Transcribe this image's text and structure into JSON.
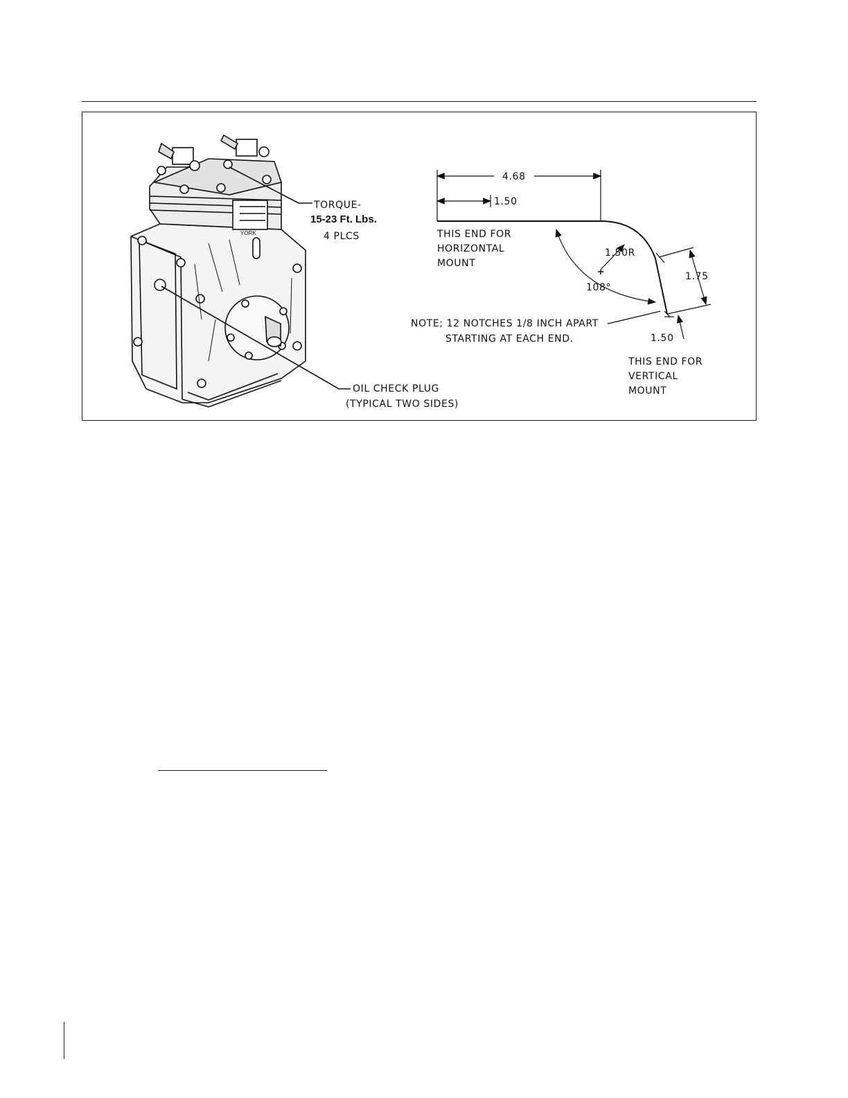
{
  "figure": {
    "compressor_callouts": {
      "torque_line1": "TORQUE-",
      "torque_line2": "15-23 Ft. Lbs.",
      "torque_line3": "4 PLCS",
      "oil_line1": "OIL CHECK PLUG",
      "oil_line2": "(TYPICAL TWO SIDES)",
      "nameplate_brand": "YORK"
    },
    "bracket_drawing": {
      "dim_overall": "4.68",
      "dim_horizontal_end": "1.50",
      "radius": "1.50R",
      "angle": "108°",
      "dim_vertical": "1.75",
      "dim_vertical_end": "1.50",
      "horizontal_note_line1": "THIS END FOR",
      "horizontal_note_line2": "HORIZONTAL",
      "horizontal_note_line3": "MOUNT",
      "vertical_note_line1": "THIS END FOR",
      "vertical_note_line2": "VERTICAL",
      "vertical_note_line3": "MOUNT",
      "notch_note_line1": "NOTE; 12 NOTCHES 1/8 INCH APART",
      "notch_note_line2": "STARTING AT EACH END."
    }
  }
}
